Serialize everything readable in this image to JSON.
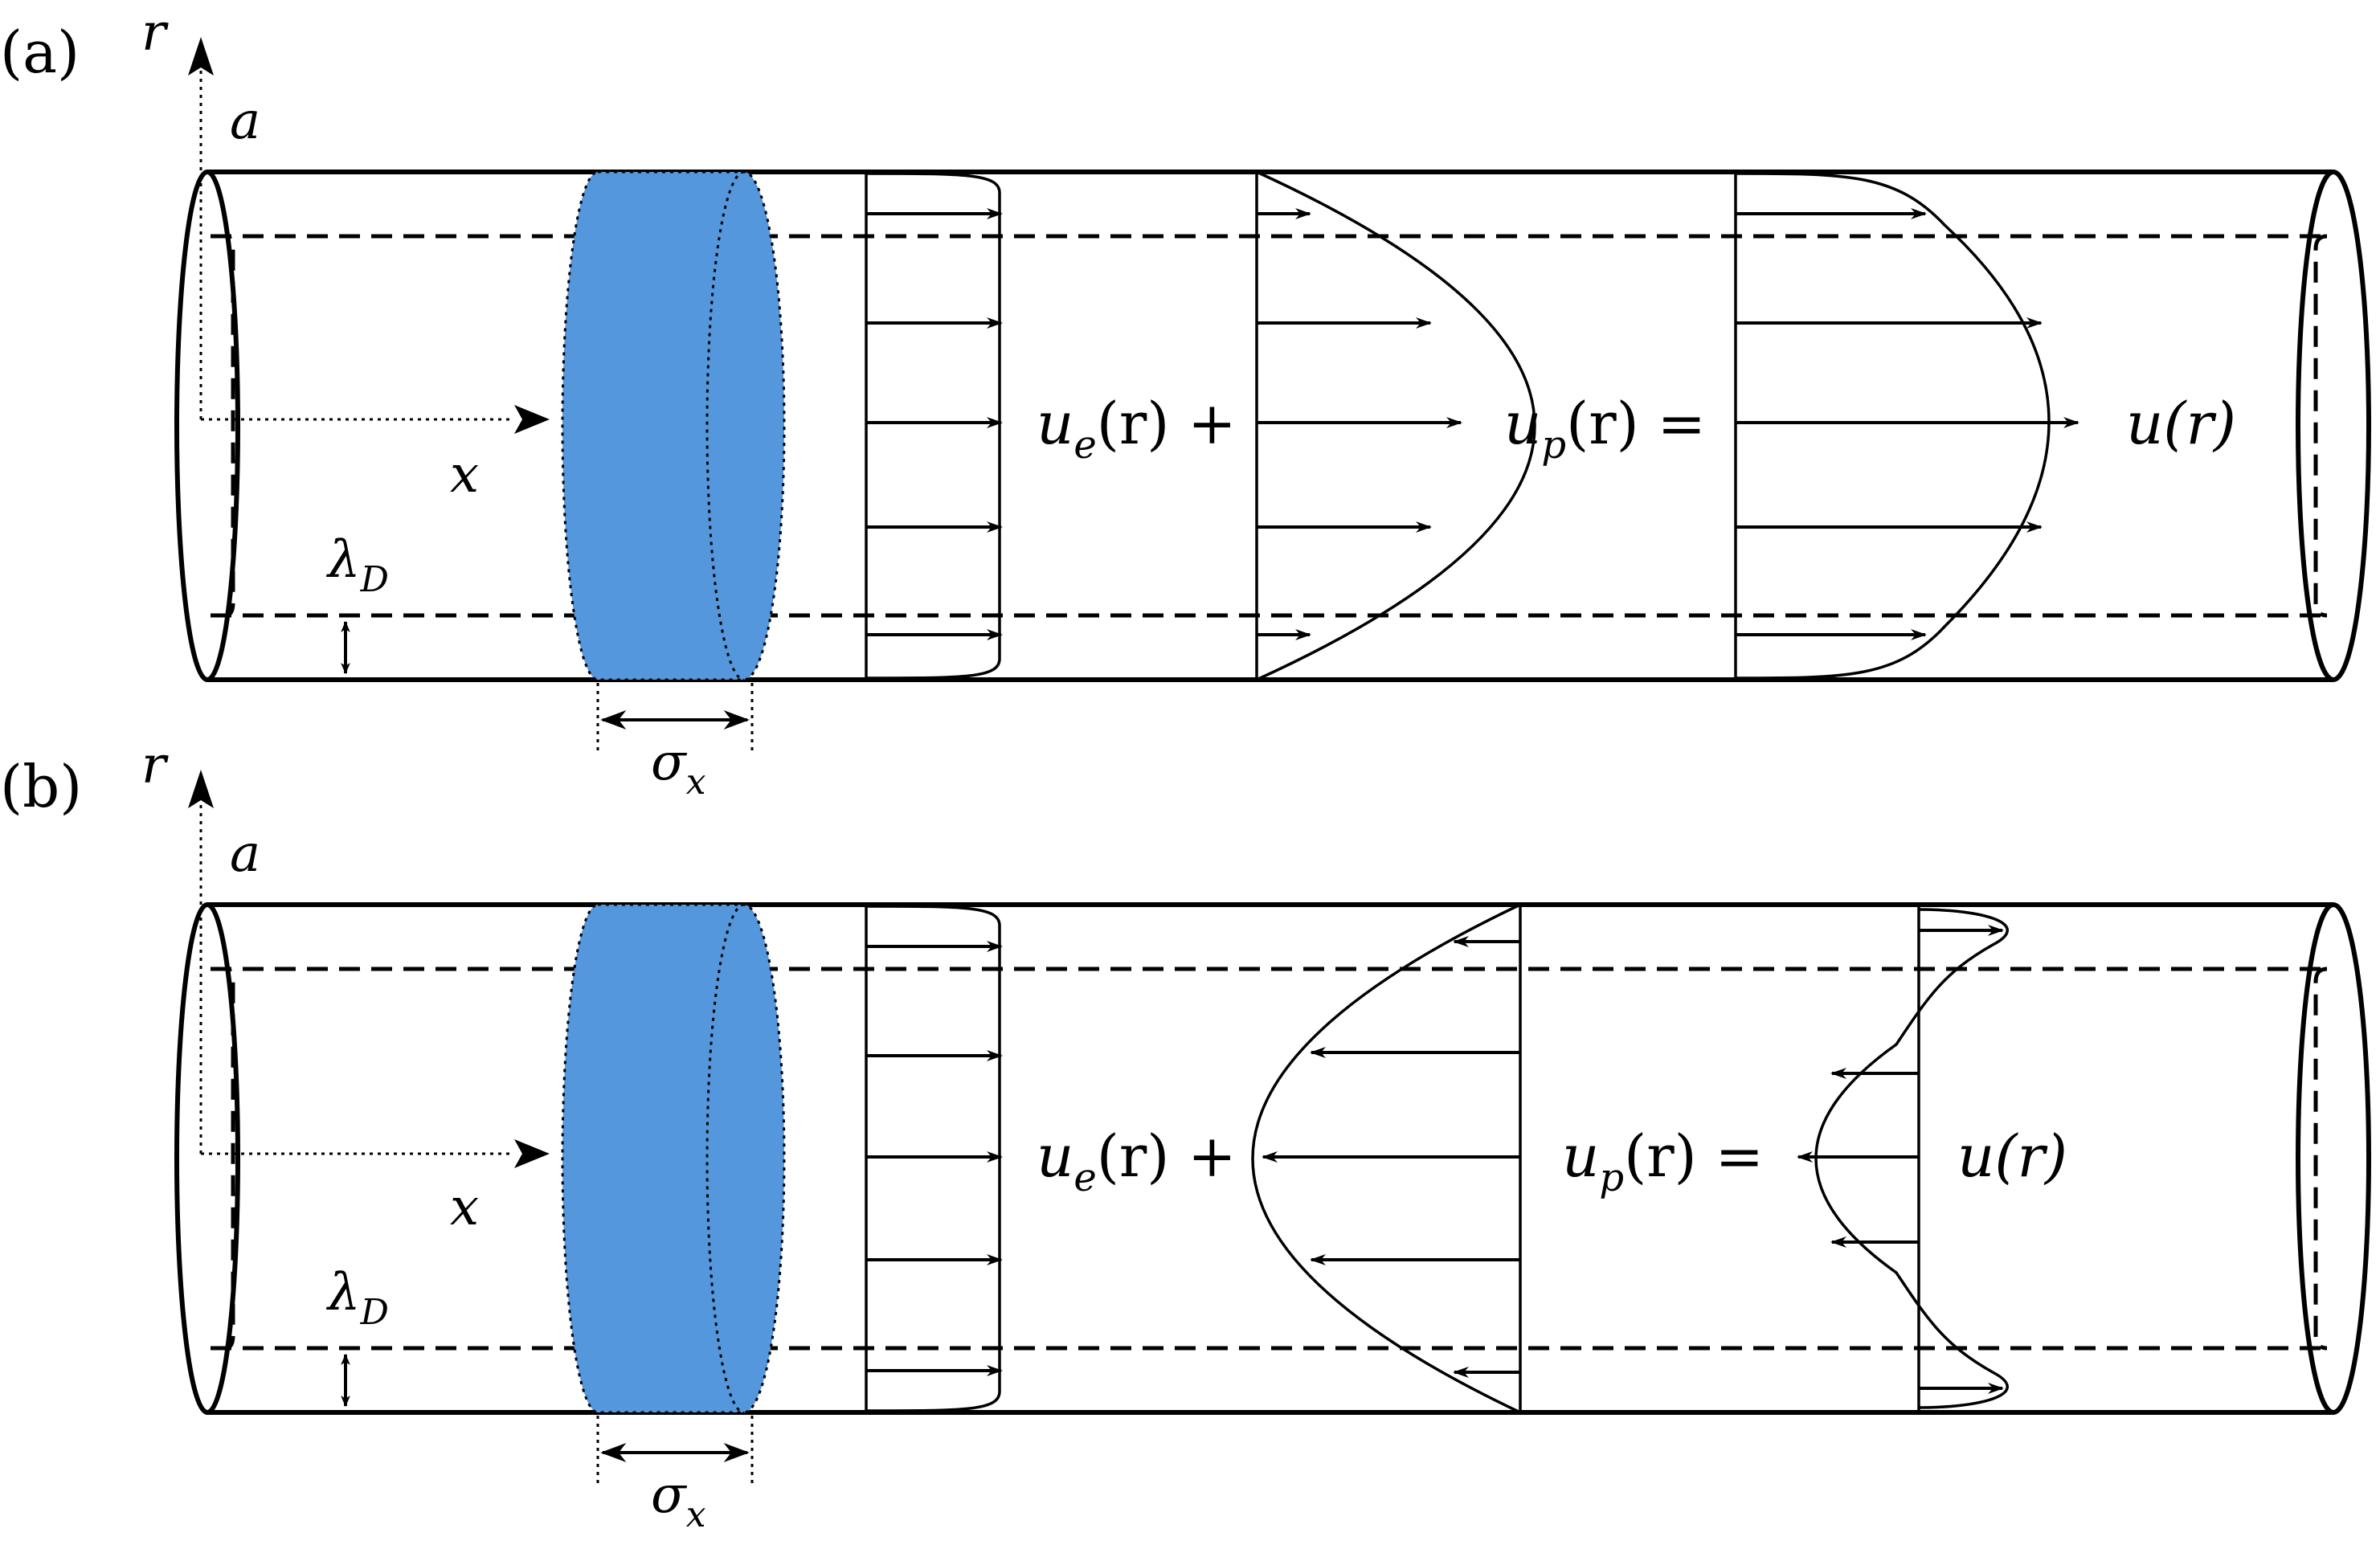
{
  "panels": [
    {
      "tag": "(a)",
      "r_label": "r",
      "a_label": "a",
      "x_label": "x",
      "lambda": "λ",
      "lambda_sub": "D",
      "sigma": "σ",
      "sigma_sub": "x",
      "ue": {
        "base": "u",
        "sub": "e",
        "rest": "(r) +"
      },
      "up": {
        "base": "u",
        "sub": "p",
        "rest": "(r) ="
      },
      "u_total": "u(r)"
    },
    {
      "tag": "(b)",
      "r_label": "r",
      "a_label": "a",
      "x_label": "x",
      "lambda": "λ",
      "lambda_sub": "D",
      "sigma": "σ",
      "sigma_sub": "x",
      "ue": {
        "base": "u",
        "sub": "e",
        "rest": "(r) +"
      },
      "up": {
        "base": "u",
        "sub": "p",
        "rest": "(r) ="
      },
      "u_total": "u(r)"
    }
  ],
  "colors": {
    "band": "#5497dc",
    "stroke": "#000000"
  }
}
